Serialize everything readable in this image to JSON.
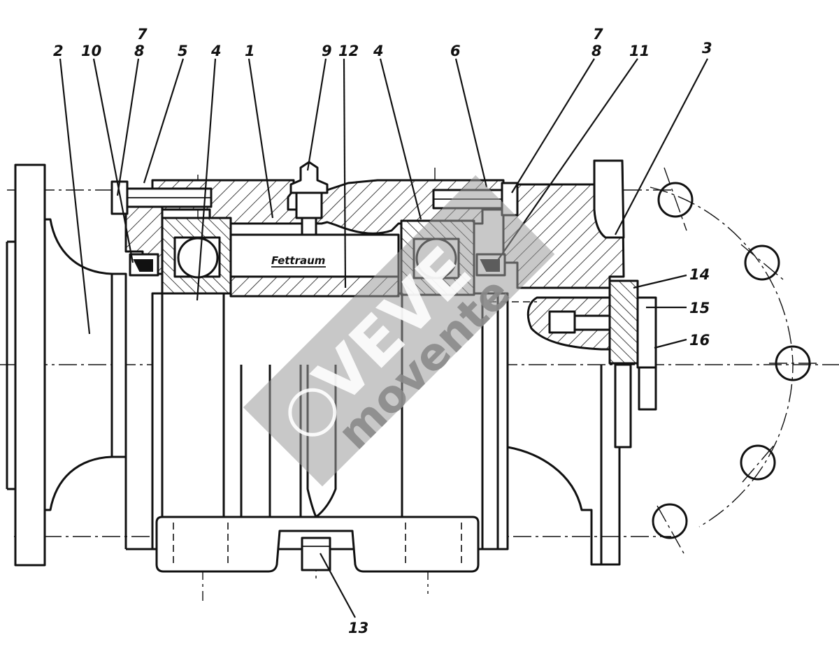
{
  "part_labels": [
    "1",
    "2",
    "3",
    "4",
    "4",
    "5",
    "6",
    "7",
    "7",
    "8",
    "8",
    "9",
    "10",
    "11",
    "12",
    "13",
    "14",
    "15",
    "16"
  ],
  "fettraum_label": "Fettraum",
  "watermark": {
    "brand": "VEVE",
    "subtitle": "movente"
  },
  "colors": {
    "ink": "#111111",
    "paper": "#ffffff",
    "watermark": "#8a8a8a"
  }
}
